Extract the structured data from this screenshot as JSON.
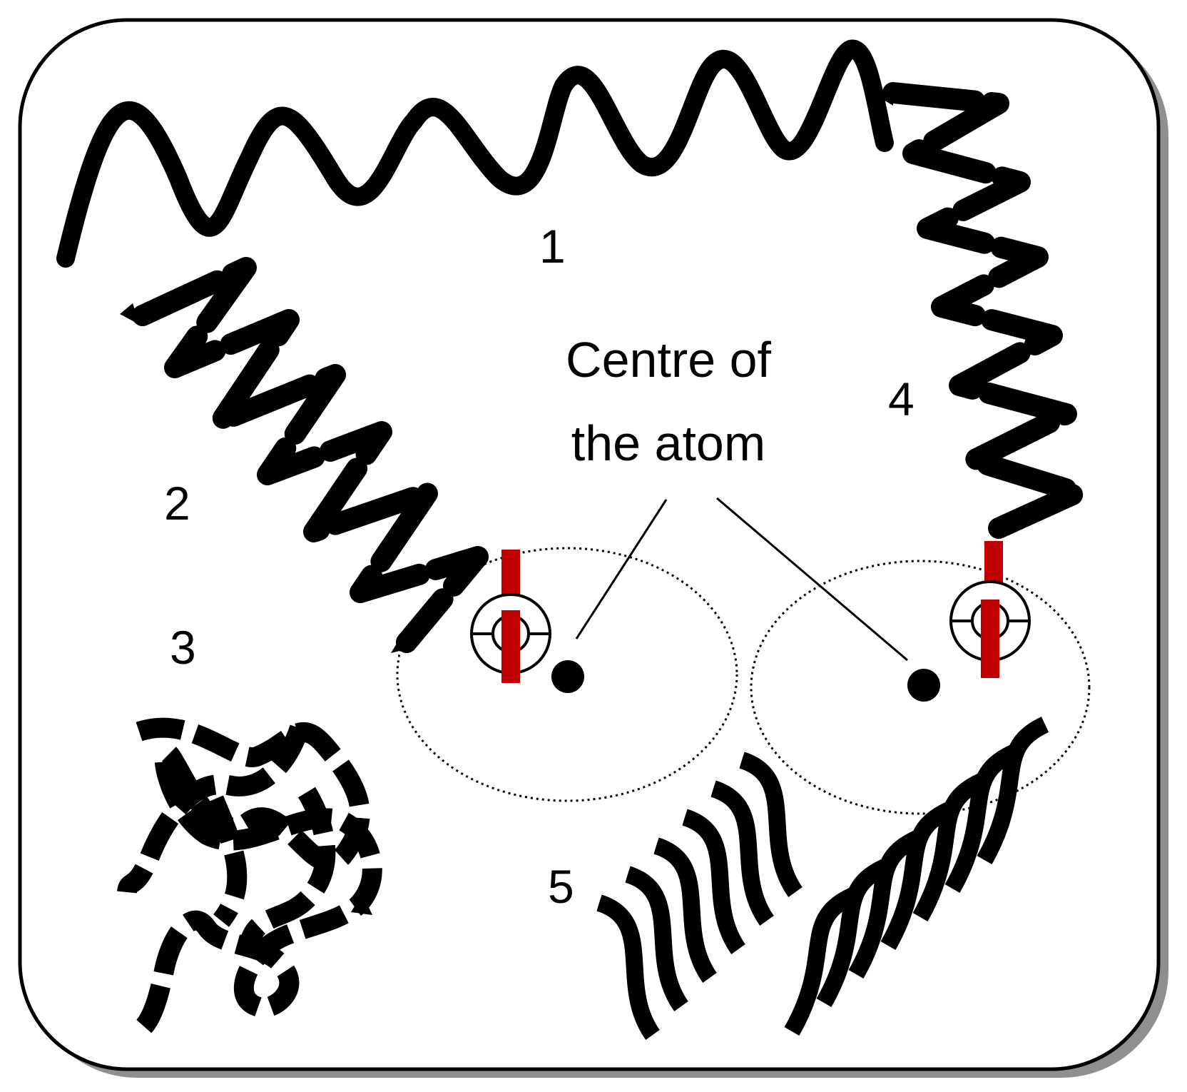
{
  "labels": {
    "one": "1",
    "two": "2",
    "three": "3",
    "four": "4",
    "five": "5",
    "centre_line1": "Centre of",
    "centre_line2": "the atom"
  },
  "colors": {
    "ink": "#000000",
    "accent_red": "#c00000",
    "shadow": "#8f8f8f",
    "background": "#ffffff"
  }
}
